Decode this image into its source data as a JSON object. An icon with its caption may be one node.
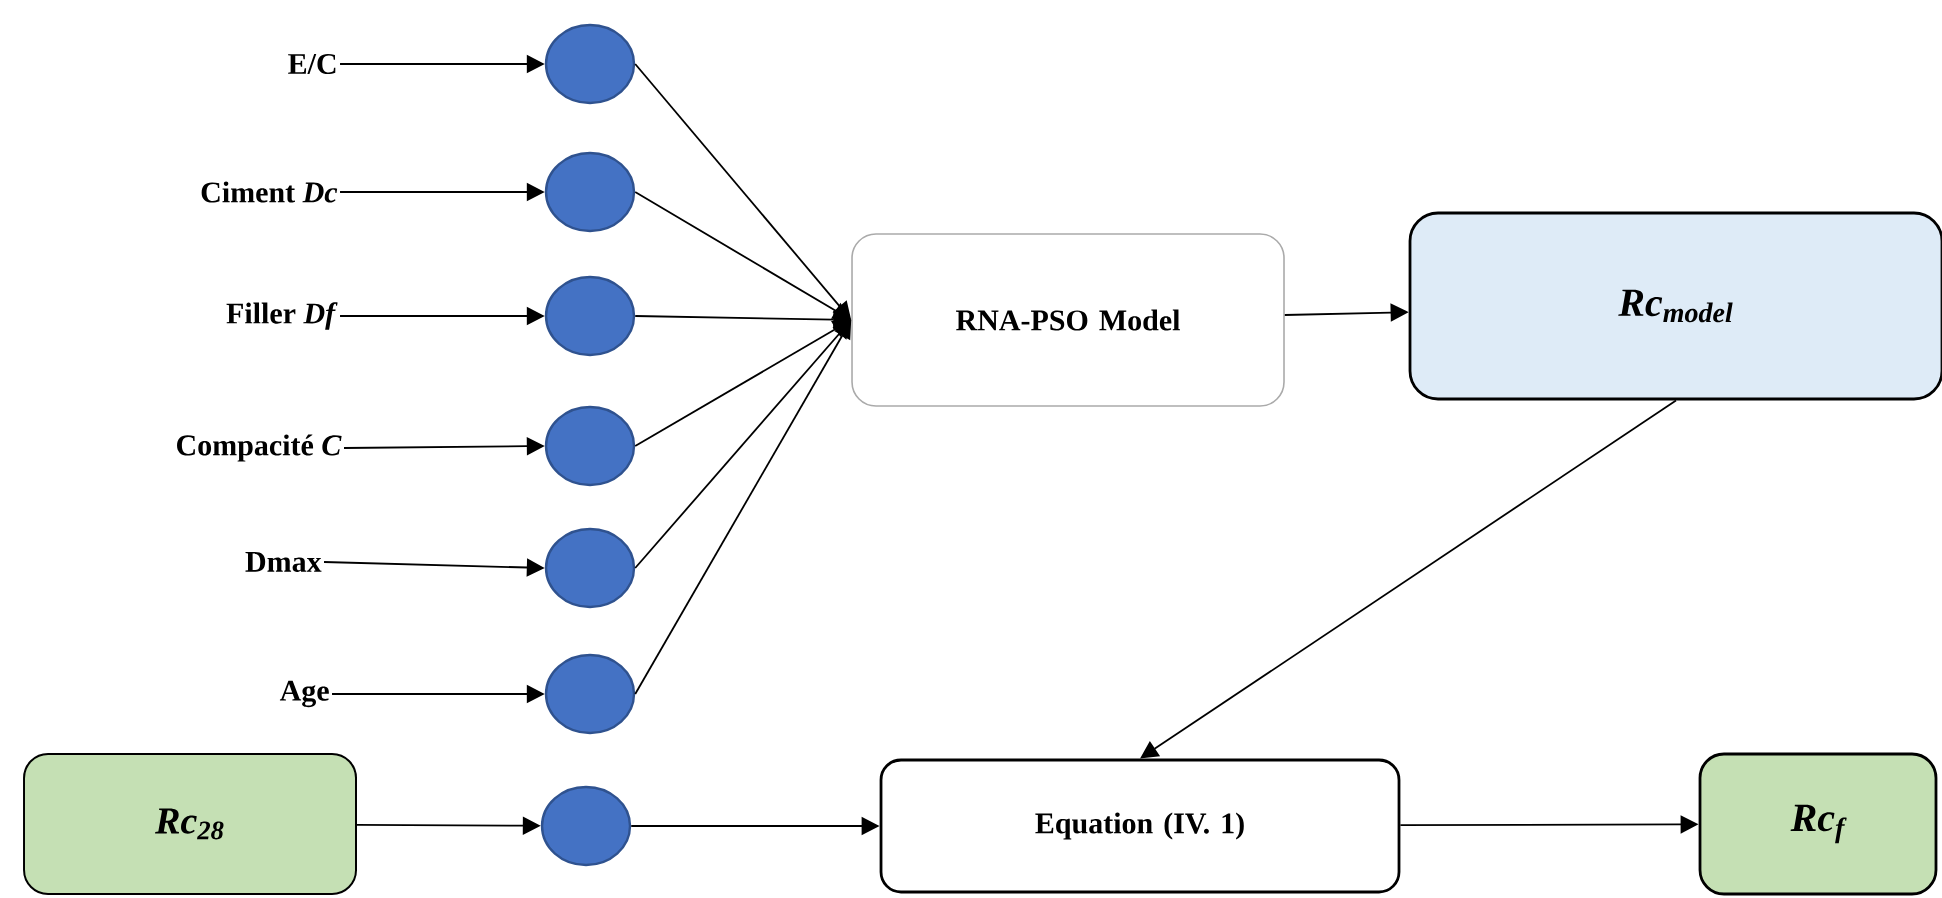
{
  "diagram": {
    "nodes": [
      {
        "text": [
          "E/C"
        ]
      },
      {
        "text": [
          "Ciment *Dc*"
        ]
      },
      {
        "text": [
          "Filler *Df*"
        ]
      },
      {
        "text": [
          "Compacité *C*"
        ]
      },
      {
        "text": [
          "Dmax"
        ]
      },
      {
        "text": [
          "Age"
        ]
      },
      {
        "text": [],
        "shape": "circle"
      },
      {
        "text": [],
        "shape": "circle"
      },
      {
        "text": [],
        "shape": "circle"
      },
      {
        "text": [],
        "shape": "circle"
      },
      {
        "text": [],
        "shape": "circle"
      },
      {
        "text": [],
        "shape": "circle"
      },
      {
        "text": [
          "RNA-PSO Model"
        ]
      },
      {
        "text": [
          "Rc$_{model}$"
        ]
      },
      {
        "text": [
          "Rc$_{28}$"
        ]
      },
      {
        "text": [],
        "shape": "circle"
      },
      {
        "text": [
          "Equation (IV. 1)"
        ]
      },
      {
        "text": [
          "Rc$_{f}$"
        ]
      }
    ],
    "edges": [
      {
        "from": 0,
        "to": 6,
        "arrow": "to"
      },
      {
        "from": 1,
        "to": 7,
        "arrow": "to"
      },
      {
        "from": 2,
        "to": 8,
        "arrow": "to"
      },
      {
        "from": 3,
        "to": 9,
        "arrow": "to"
      },
      {
        "from": 4,
        "to": 10,
        "arrow": "to"
      },
      {
        "from": 5,
        "to": 11,
        "arrow": "to"
      },
      {
        "from": 6,
        "to": 12,
        "arrow": "to"
      },
      {
        "from": 7,
        "to": 12,
        "arrow": "to"
      },
      {
        "from": 8,
        "to": 12,
        "arrow": "to"
      },
      {
        "from": 9,
        "to": 12,
        "arrow": "to"
      },
      {
        "from": 10,
        "to": 12,
        "arrow": "to"
      },
      {
        "from": 11,
        "to": 12,
        "arrow": "to"
      },
      {
        "from": 12,
        "to": 13,
        "arrow": "to"
      },
      {
        "from": 13,
        "to": 16,
        "arrow": "to"
      },
      {
        "from": 14,
        "to": 15,
        "arrow": "to"
      },
      {
        "from": 15,
        "to": 16,
        "arrow": "to"
      },
      {
        "from": 16,
        "to": 17,
        "arrow": "to"
      }
    ]
  }
}
